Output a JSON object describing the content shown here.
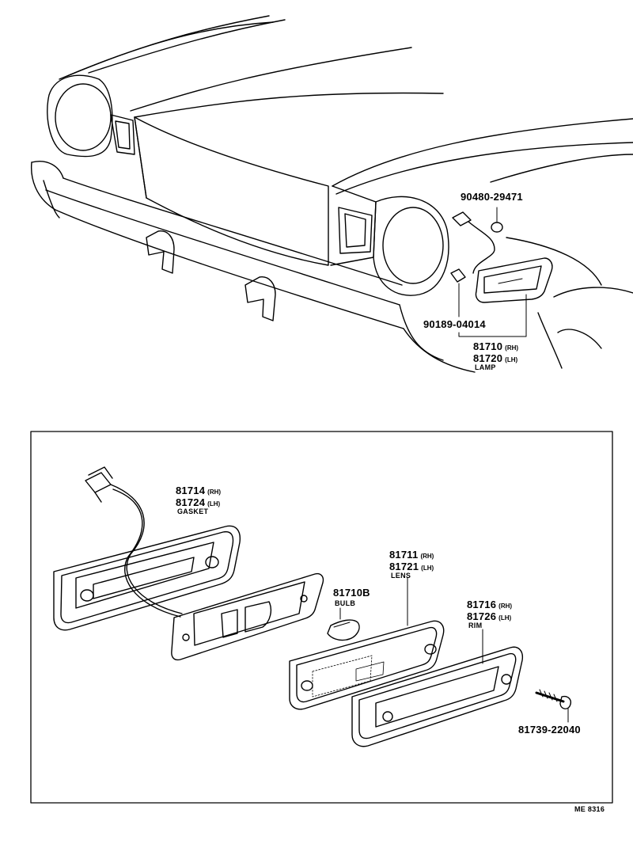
{
  "top_labels": {
    "wire_part": "90480-29471",
    "socket_part": "90189-04014",
    "lamp_rh": "81710",
    "lamp_rh_side": "(RH)",
    "lamp_lh": "81720",
    "lamp_lh_side": "(LH)",
    "lamp_name": "LAMP"
  },
  "detail_labels": {
    "gasket_rh": "81714",
    "gasket_rh_side": "(RH)",
    "gasket_lh": "81724",
    "gasket_lh_side": "(LH)",
    "gasket_name": "GASKET",
    "bulb_part": "81710B",
    "bulb_name": "BULB",
    "lens_rh": "81711",
    "lens_rh_side": "(RH)",
    "lens_lh": "81721",
    "lens_lh_side": "(LH)",
    "lens_name": "LENS",
    "rim_rh": "81716",
    "rim_rh_side": "(RH)",
    "rim_lh": "81726",
    "rim_lh_side": "(LH)",
    "rim_name": "RIM",
    "screw_part": "81739-22040"
  },
  "figure_code": "ME 8316"
}
